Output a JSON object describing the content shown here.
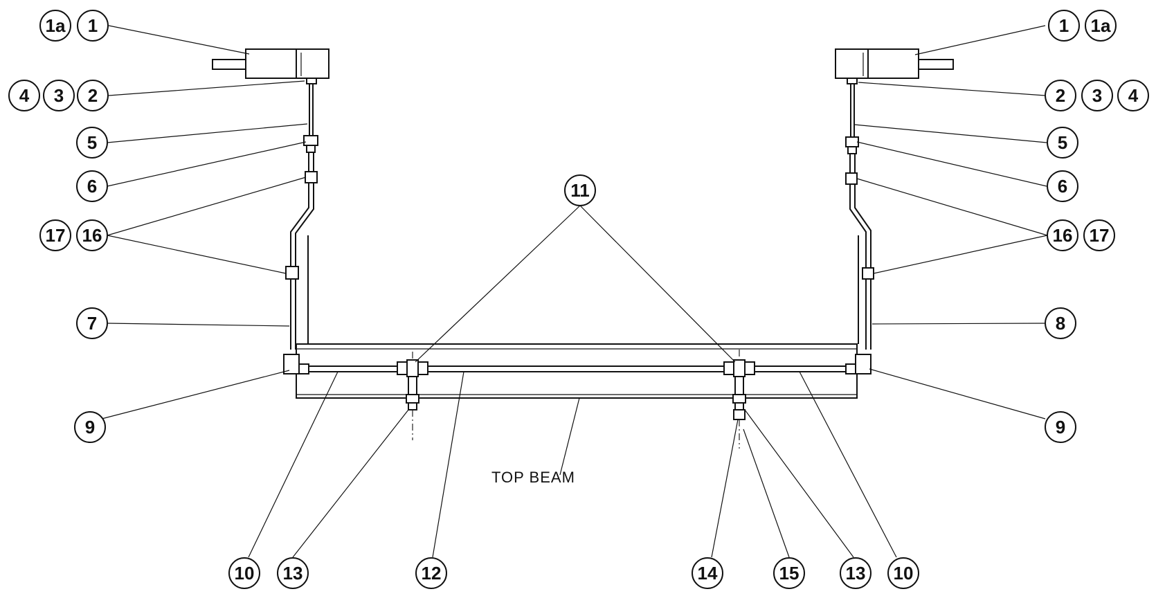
{
  "callouts": {
    "c1a_left": "1a",
    "c1_left": "1",
    "c4_left": "4",
    "c3_left": "3",
    "c2_left": "2",
    "c5_left": "5",
    "c6_left": "6",
    "c17_left": "17",
    "c16_left": "16",
    "c7": "7",
    "c9_left": "9",
    "c1_right": "1",
    "c1a_right": "1a",
    "c2_right": "2",
    "c3_right": "3",
    "c4_right": "4",
    "c5_right": "5",
    "c6_right": "6",
    "c16_right": "16",
    "c17_right": "17",
    "c8": "8",
    "c9_right": "9",
    "c11": "11",
    "c10_left": "10",
    "c13_left": "13",
    "c12": "12",
    "c14": "14",
    "c15": "15",
    "c13_right": "13",
    "c10_right": "10"
  },
  "labels": {
    "top_beam": "TOP BEAM"
  }
}
